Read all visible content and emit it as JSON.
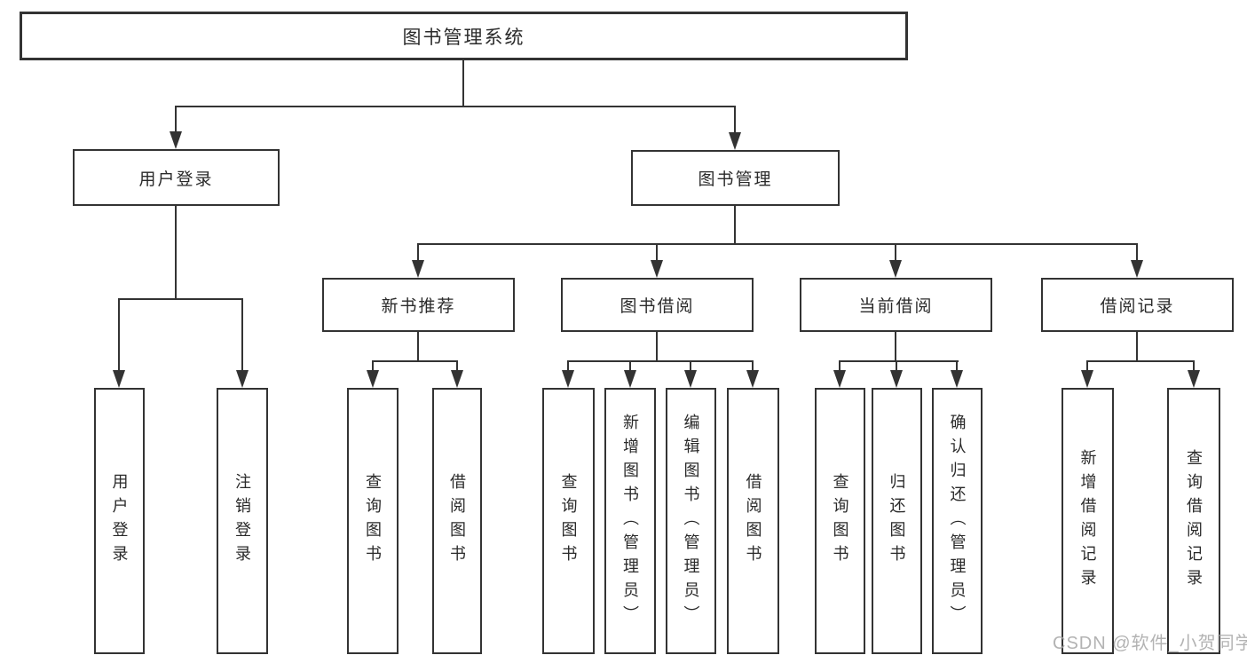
{
  "diagram": {
    "type": "hierarchy-tree",
    "title": "图书管理系统",
    "nodes": {
      "root": {
        "label": "图书管理系统"
      },
      "user_login": {
        "label": "用户登录"
      },
      "book_mgmt": {
        "label": "图书管理"
      },
      "new_book_rec": {
        "label": "新书推荐"
      },
      "book_borrow": {
        "label": "图书借阅"
      },
      "current_borrow": {
        "label": "当前借阅"
      },
      "borrow_records": {
        "label": "借阅记录"
      },
      "leaf_user_login": {
        "label": "用户登录"
      },
      "leaf_logout": {
        "label": "注销登录"
      },
      "leaf_nbr_query": {
        "label": "查询图书"
      },
      "leaf_nbr_borrow": {
        "label": "借阅图书"
      },
      "leaf_bb_query": {
        "label": "查询图书"
      },
      "leaf_bb_add": {
        "label": "新增图书（管理员）"
      },
      "leaf_bb_edit": {
        "label": "编辑图书（管理员）"
      },
      "leaf_bb_borrow": {
        "label": "借阅图书"
      },
      "leaf_cb_query": {
        "label": "查询图书"
      },
      "leaf_cb_return": {
        "label": "归还图书"
      },
      "leaf_cb_confirm": {
        "label": "确认归还（管理员）"
      },
      "leaf_br_add": {
        "label": "新增借阅记录"
      },
      "leaf_br_query": {
        "label": "查询借阅记录"
      }
    },
    "edges": [
      [
        "图书管理系统",
        "用户登录"
      ],
      [
        "图书管理系统",
        "图书管理"
      ],
      [
        "用户登录",
        "用户登录(叶)"
      ],
      [
        "用户登录",
        "注销登录"
      ],
      [
        "图书管理",
        "新书推荐"
      ],
      [
        "图书管理",
        "图书借阅"
      ],
      [
        "图书管理",
        "当前借阅"
      ],
      [
        "图书管理",
        "借阅记录"
      ],
      [
        "新书推荐",
        "查询图书"
      ],
      [
        "新书推荐",
        "借阅图书"
      ],
      [
        "图书借阅",
        "查询图书"
      ],
      [
        "图书借阅",
        "新增图书（管理员）"
      ],
      [
        "图书借阅",
        "编辑图书（管理员）"
      ],
      [
        "图书借阅",
        "借阅图书"
      ],
      [
        "当前借阅",
        "查询图书"
      ],
      [
        "当前借阅",
        "归还图书"
      ],
      [
        "当前借阅",
        "确认归还（管理员）"
      ],
      [
        "借阅记录",
        "新增借阅记录"
      ],
      [
        "借阅记录",
        "查询借阅记录"
      ]
    ],
    "colors": {
      "line": "#333333",
      "text": "#2a2a2a",
      "box_background": "#ffffff",
      "page_background": "#ffffff",
      "watermark": "#a6a6a6"
    }
  },
  "watermark": "CSDN @软件_小贺同学"
}
